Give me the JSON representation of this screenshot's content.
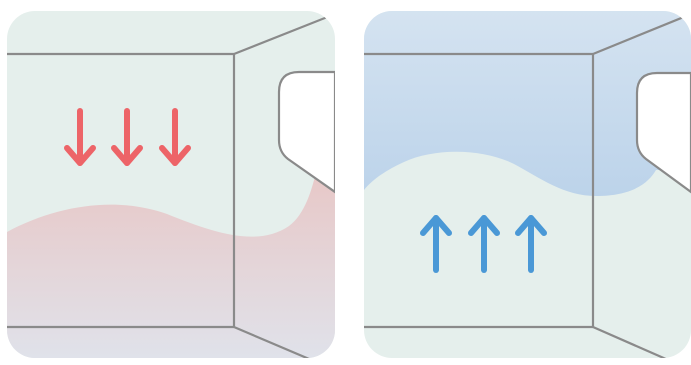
{
  "panels": [
    {
      "id": "left",
      "arrow_direction": "down",
      "arrow_count": 3,
      "arrow_color": "#ed6468",
      "air_layer_color": "#e8c7c6",
      "background_color": "#e5efec"
    },
    {
      "id": "right",
      "arrow_direction": "up",
      "arrow_count": 3,
      "arrow_color": "#4a98d6",
      "air_layer_color": "#c2d6ec",
      "background_color": "#e5efec"
    }
  ],
  "colors": {
    "wall_line": "#8a8a8a",
    "window_fill": "#ffffff",
    "floor_tint": "#e2e7ef"
  }
}
